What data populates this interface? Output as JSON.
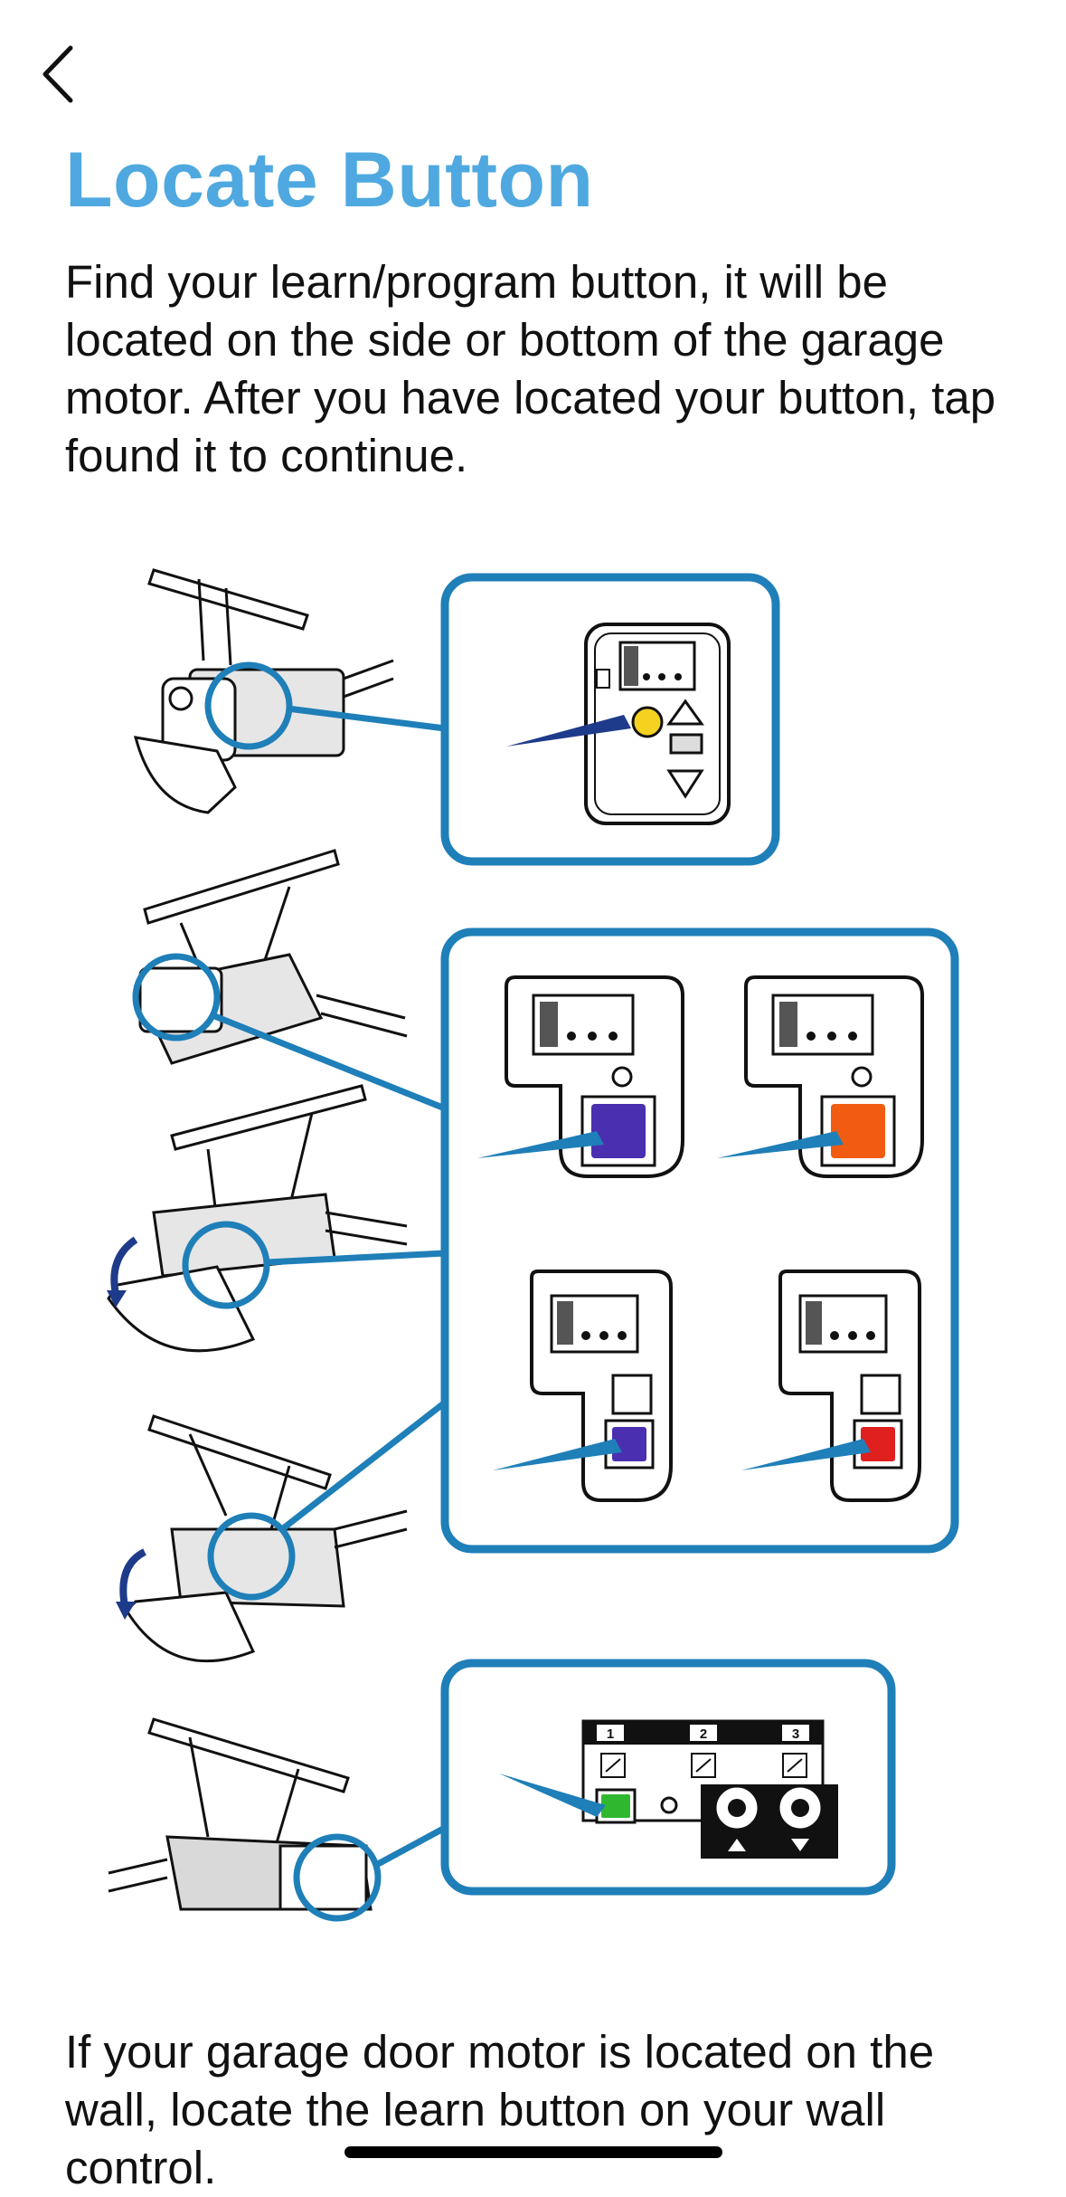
{
  "nav": {
    "back_icon": "chevron-left-icon"
  },
  "title": "Locate Button",
  "intro": "Find your learn/program button, it will be located on the side or bottom of the garage motor. After you have located your button, tap found it to continue.",
  "wall_note": "If your garage door motor is located on the wall, locate the learn button on your wall control.",
  "panel_labels": {
    "dial_1": "1",
    "dial_2": "2",
    "dial_3": "3"
  },
  "colors": {
    "title": "#4fa9e0",
    "frame": "#1f7fb8",
    "arrow_dark": "#1e3a8a",
    "yellow_button": "#f4d21f",
    "purple_button": "#4a2fb0",
    "orange_button": "#f25c12",
    "red_button": "#e01f1f",
    "green_button": "#2fb82f"
  }
}
